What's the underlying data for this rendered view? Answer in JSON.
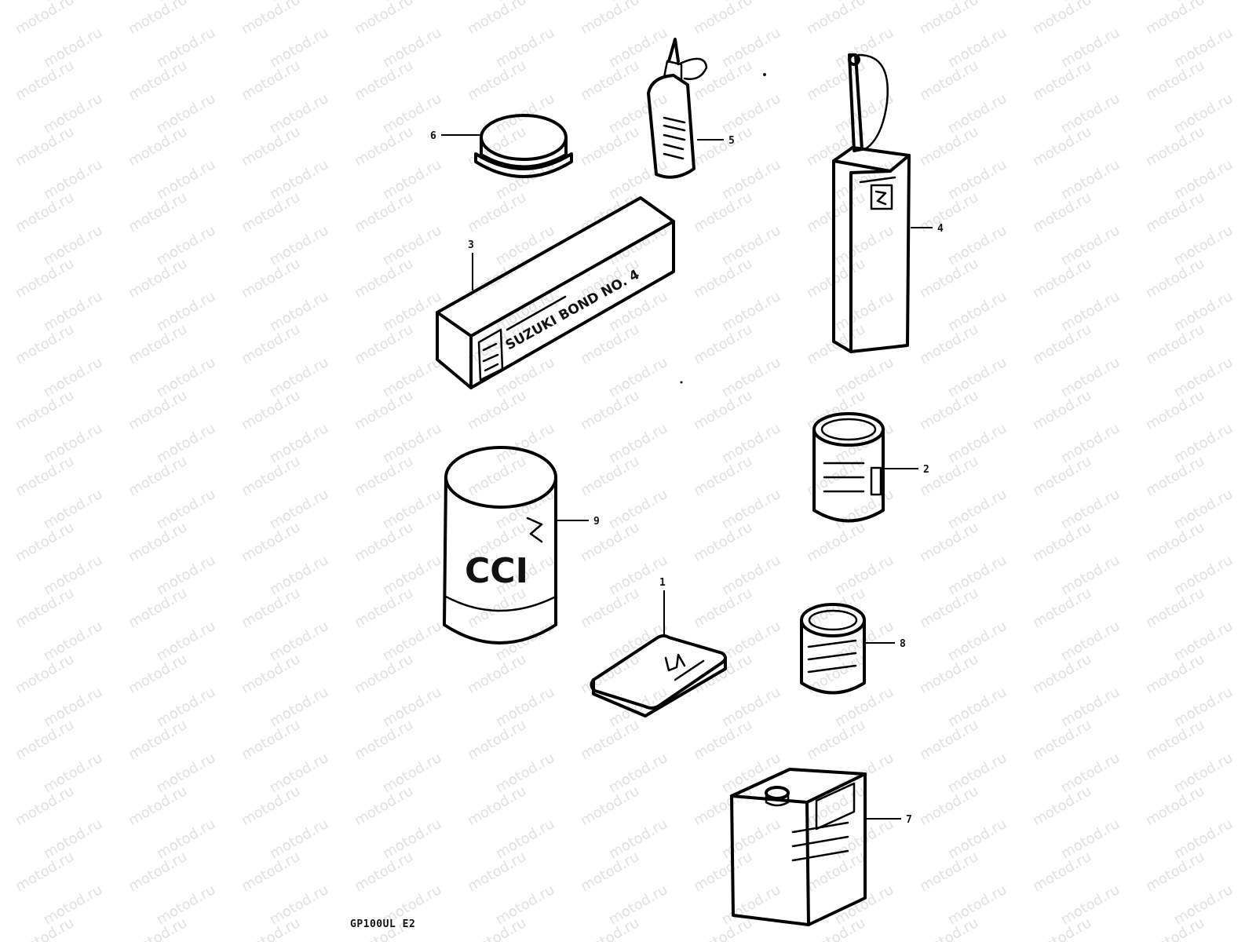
{
  "watermark": "motod.ru",
  "diagram_code": "GP100UL E2",
  "callouts": {
    "n1": "1",
    "n2": "2",
    "n3": "3",
    "n4": "4",
    "n5": "5",
    "n6": "6",
    "n7": "7",
    "n8": "8",
    "n9": "9"
  },
  "package_text": {
    "bond_box": "SUZUKI BOND NO. 4",
    "grease_can": "CCI"
  }
}
